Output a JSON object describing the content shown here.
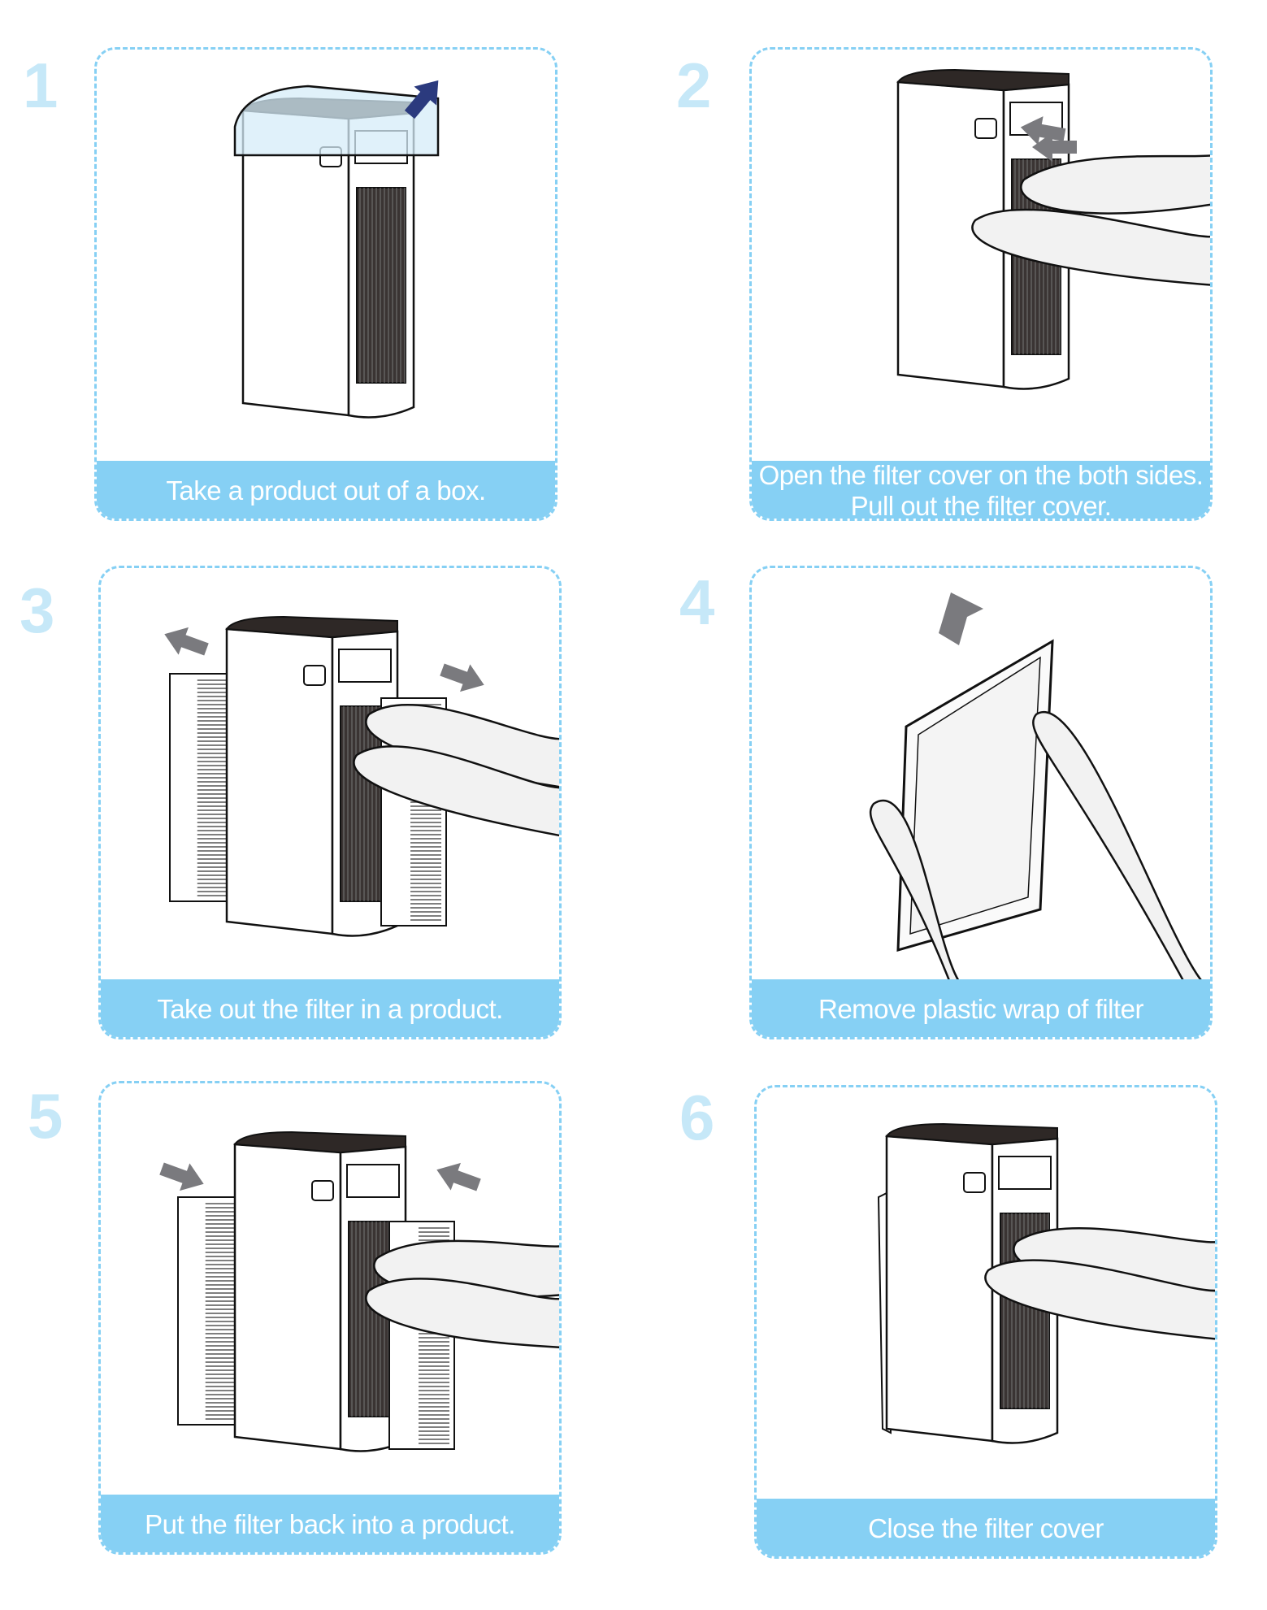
{
  "steps": [
    {
      "number": "1",
      "caption": [
        "Take a product out of a box."
      ],
      "arrow_color": "#2b3a7e",
      "scene": "box"
    },
    {
      "number": "2",
      "caption": [
        "Open the filter cover  on the both sides.",
        "Pull out the filter cover."
      ],
      "scene": "open"
    },
    {
      "number": "3",
      "caption": [
        "Take out the filter in a product."
      ],
      "scene": "out"
    },
    {
      "number": "4",
      "caption": [
        "Remove plastic wrap of filter"
      ],
      "scene": "wrap"
    },
    {
      "number": "5",
      "caption": [
        "Put the filter back into a product."
      ],
      "scene": "in"
    },
    {
      "number": "6",
      "caption": [
        "Close the filter cover"
      ],
      "scene": "close"
    }
  ],
  "colors": {
    "accent": "#86d0f4",
    "number": "#c6e8f8",
    "arrow": "#7a7a7e"
  }
}
